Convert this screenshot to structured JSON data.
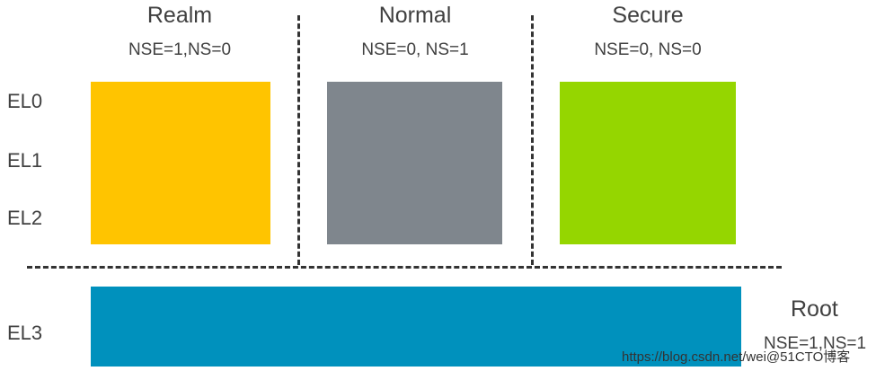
{
  "worlds": [
    {
      "title": "Realm",
      "bits": "NSE=1,NS=0",
      "color": "#FFC400"
    },
    {
      "title": "Normal",
      "bits": "NSE=0, NS=1",
      "color": "#7F868D"
    },
    {
      "title": "Secure",
      "bits": "NSE=0, NS=0",
      "color": "#95D600"
    }
  ],
  "levels": [
    "EL0",
    "EL1",
    "EL2",
    "EL3"
  ],
  "root": {
    "title": "Root",
    "bits": "NSE=1,NS=1",
    "color": "#0091BD"
  },
  "watermark": "https://blog.csdn.net/wei@51CTO博客"
}
